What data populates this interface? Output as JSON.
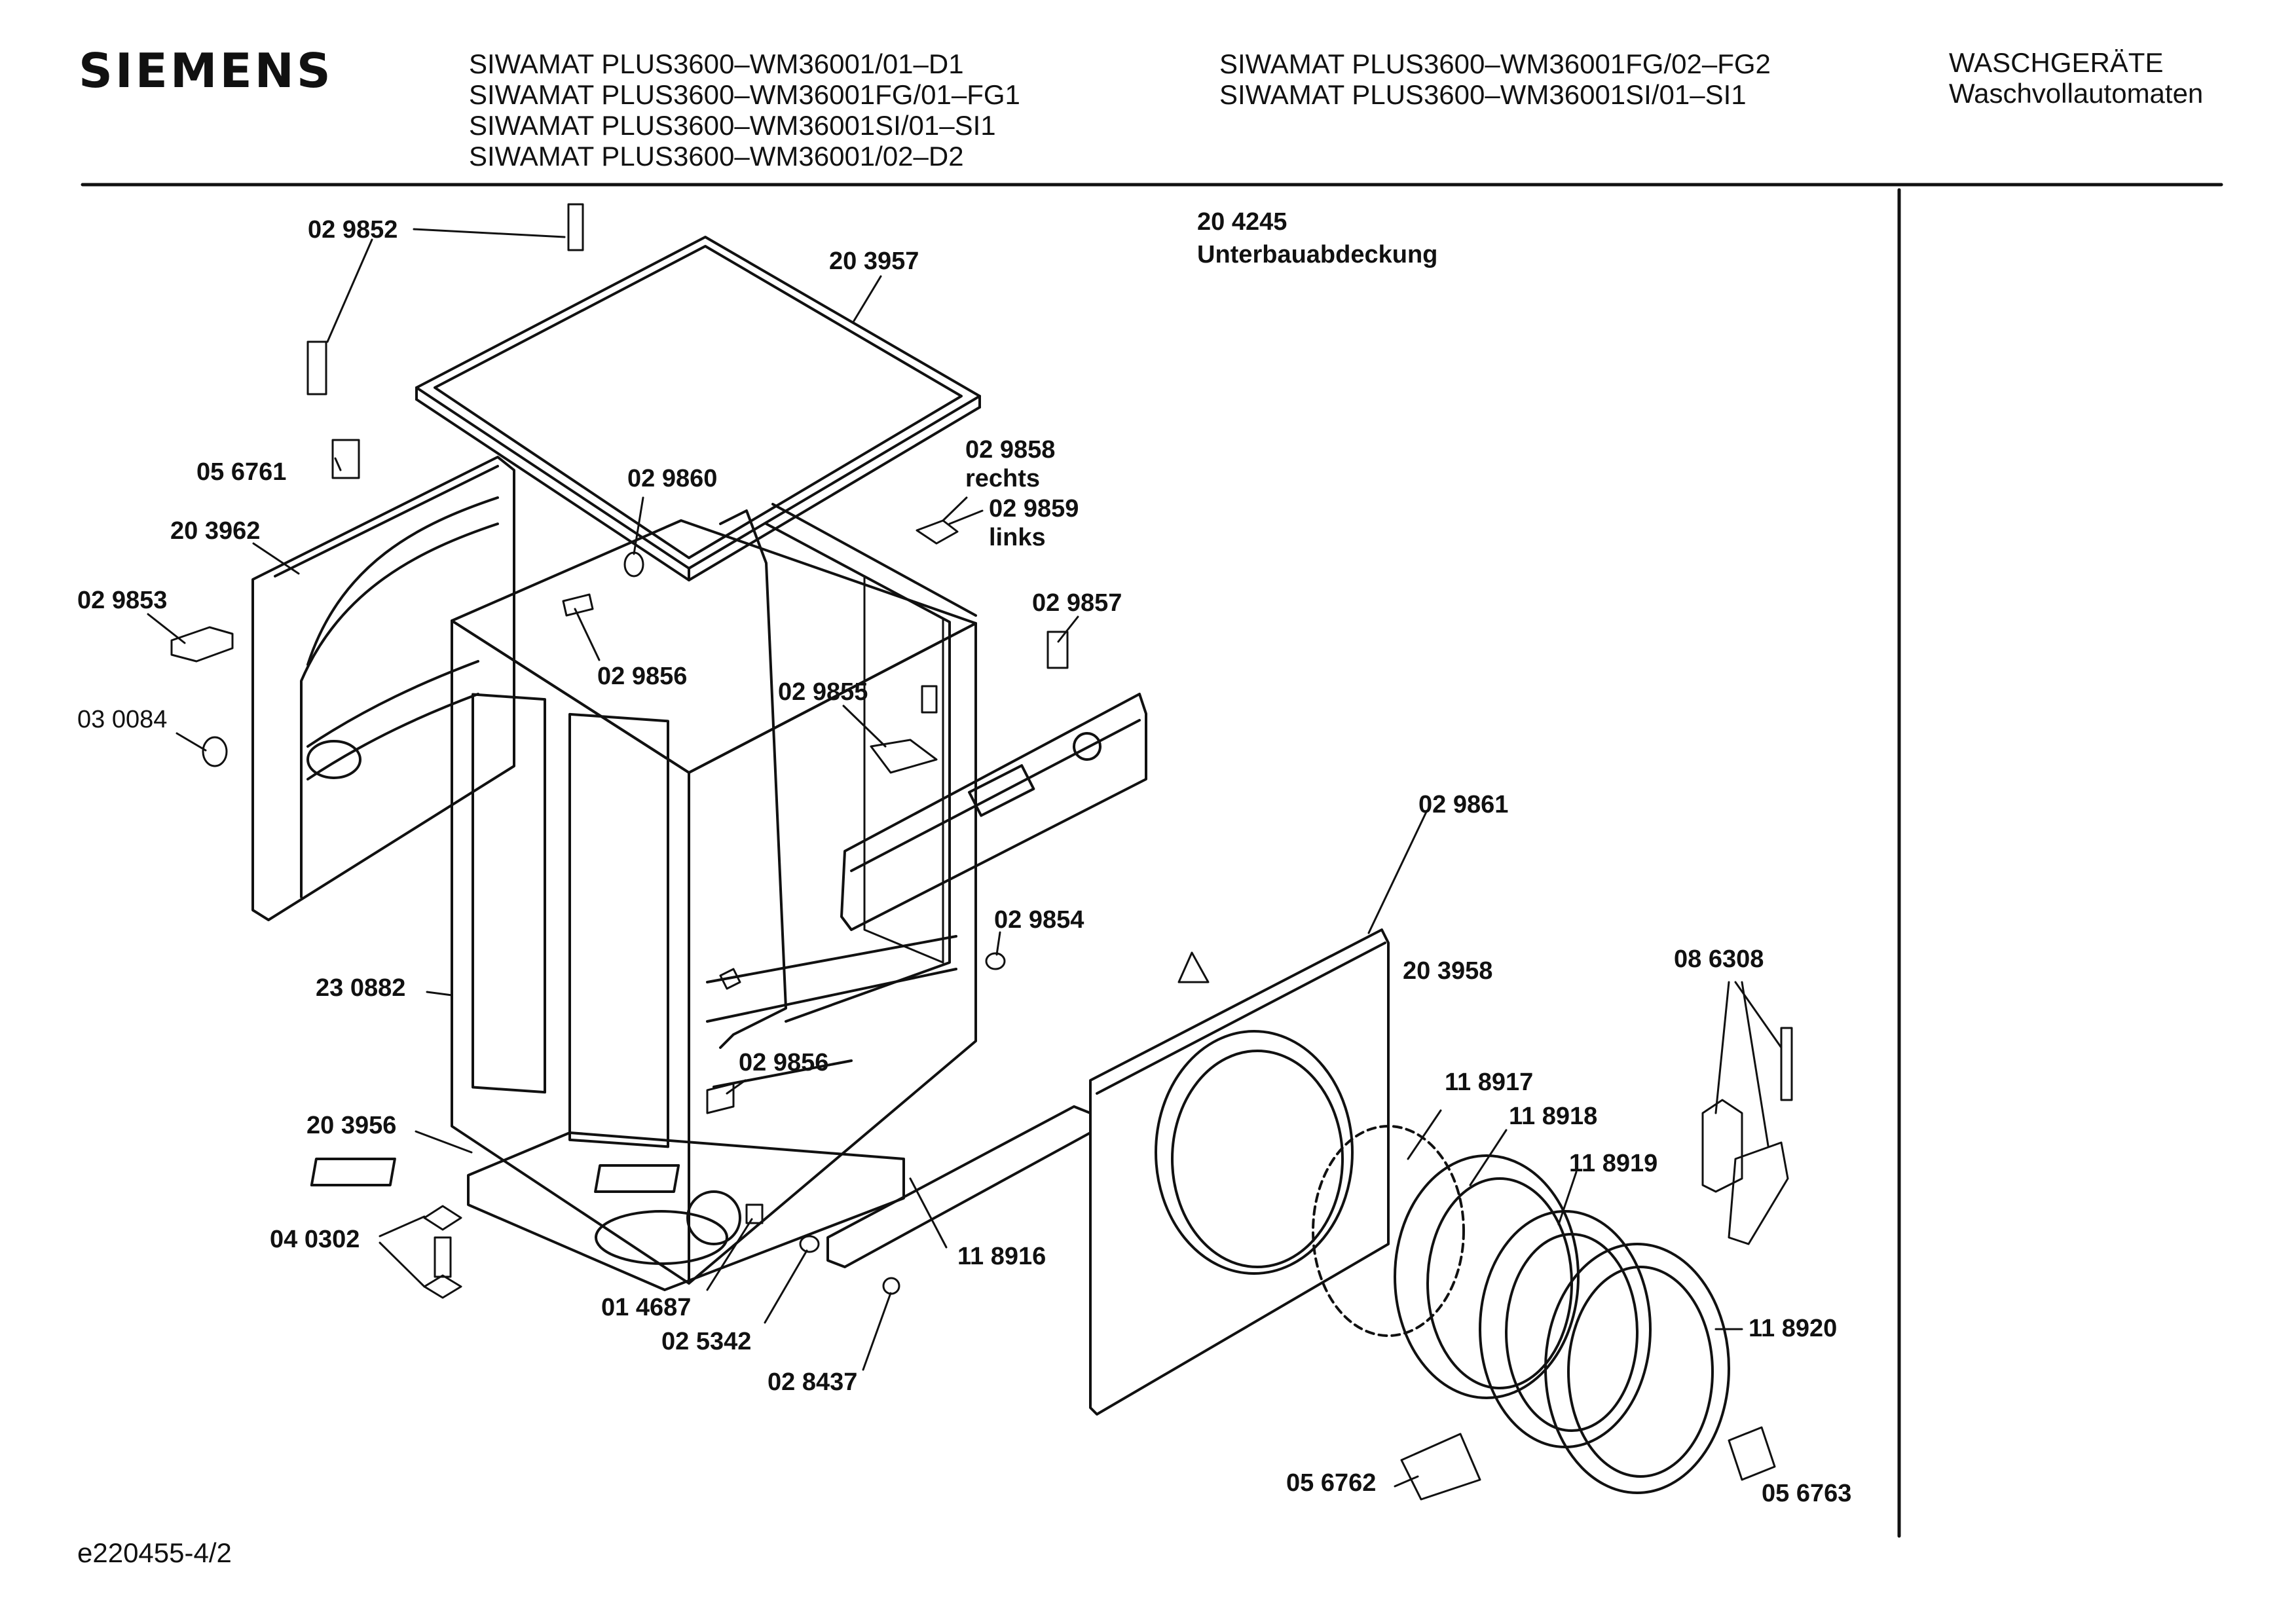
{
  "header": {
    "brand": "SIEMENS",
    "models_col1": [
      "SIWAMAT PLUS3600–WM36001/01–D1",
      "SIWAMAT PLUS3600–WM36001FG/01–FG1",
      "SIWAMAT PLUS3600–WM36001SI/01–SI1",
      "SIWAMAT PLUS3600–WM36001/02–D2"
    ],
    "models_col2": [
      "SIWAMAT PLUS3600–WM36001FG/02–FG2",
      "SIWAMAT PLUS3600–WM36001SI/01–SI1"
    ],
    "category": "WASCHGERÄTE",
    "subcategory": "Waschvollautomaten"
  },
  "note": {
    "part_number": "20 4245",
    "part_name": "Unterbauabdeckung"
  },
  "parts": {
    "p029852": "02 9852",
    "p203957": "20 3957",
    "p056761": "05 6761",
    "p029860": "02 9860",
    "p029858": "02 9858",
    "rechts": "rechts",
    "p029859": "02 9859",
    "links": "links",
    "p203962": "20 3962",
    "p029853": "02 9853",
    "p029857": "02 9857",
    "p029856a": "02 9856",
    "p029855": "02 9855",
    "p030084": "03 0084",
    "p029861": "02 9861",
    "p029854": "02 9854",
    "p203958": "20 3958",
    "p086308": "08 6308",
    "p230882": "23 0882",
    "p029856b": "02 9856",
    "p118917": "11 8917",
    "p118918": "11 8918",
    "p203956": "20 3956",
    "p118919": "11 8919",
    "p040302": "04 0302",
    "p118916": "11 8916",
    "p014687": "01 4687",
    "p025342": "02 5342",
    "p118920": "11 8920",
    "p028437": "02 8437",
    "p056762": "05 6762",
    "p056763": "05 6763"
  },
  "footer": {
    "doc_id": "e220455-4/2"
  }
}
